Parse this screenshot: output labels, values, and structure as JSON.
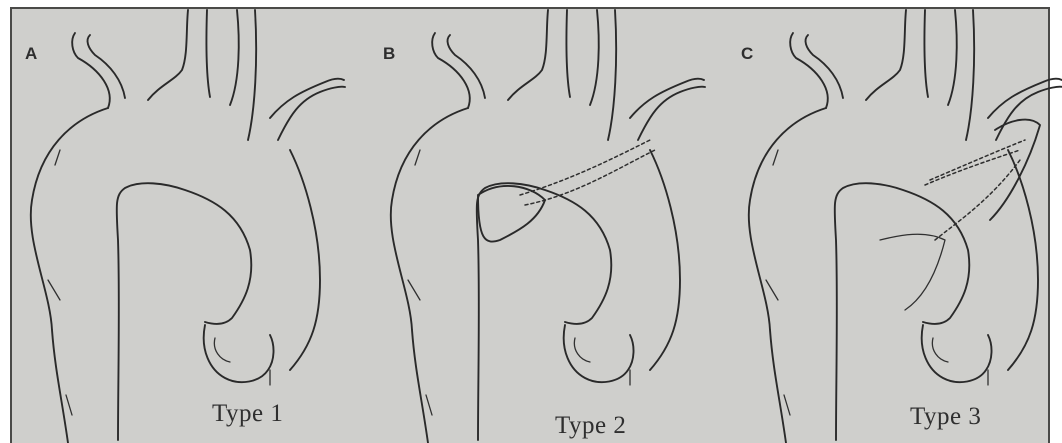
{
  "panels": [
    {
      "letter": "A",
      "type_label": "Type 1"
    },
    {
      "letter": "B",
      "type_label": "Type 2"
    },
    {
      "letter": "C",
      "type_label": "Type 3"
    }
  ],
  "colors": {
    "background": "#cfcfcc",
    "ink": "#2a2a2a",
    "frame": "#4a4a48"
  }
}
